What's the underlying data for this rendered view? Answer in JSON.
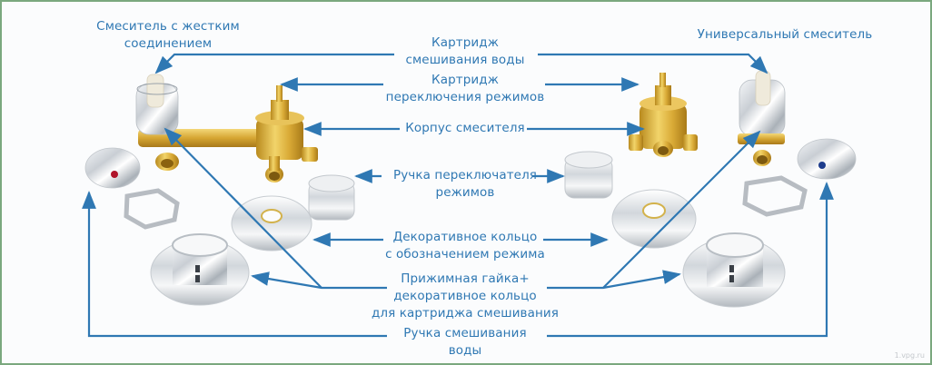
{
  "diagram": {
    "accent_color": "#2f78b3",
    "frame_color": "#7aa87e",
    "titles": {
      "left": [
        "Смеситель с жестким",
        "соединением"
      ],
      "right": [
        "Универсальный смеситель"
      ]
    },
    "callouts": [
      {
        "id": "cartridge-mixing",
        "lines": [
          "Картридж",
          "смешивания воды"
        ]
      },
      {
        "id": "cartridge-switching",
        "lines": [
          "Картридж",
          "переключения режимов"
        ]
      },
      {
        "id": "mixer-body",
        "lines": [
          "Корпус смесителя"
        ]
      },
      {
        "id": "switch-handle",
        "lines": [
          "Ручка переключателя",
          "режимов"
        ]
      },
      {
        "id": "decor-ring-mode",
        "lines": [
          "Декоративное кольцо",
          "с обозначением режима"
        ]
      },
      {
        "id": "clamp-nut",
        "lines": [
          "Прижимная гайка+",
          "декоративное кольцо",
          "для картриджа смешивания"
        ]
      },
      {
        "id": "mixing-handle",
        "lines": [
          "Ручка смешивания",
          "воды"
        ]
      }
    ],
    "parts": {
      "left_assembly": "rigid-connection-mixer",
      "right_assembly": "universal-mixer"
    },
    "watermark": "1.vpg.ru"
  }
}
